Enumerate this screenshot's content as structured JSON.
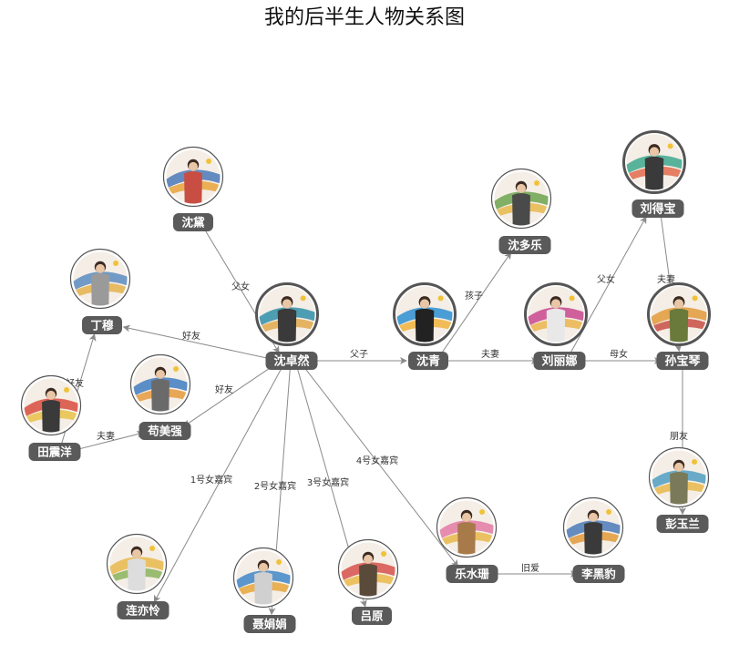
{
  "title": "我的后半生人物关系图",
  "nodes": [
    {
      "id": "shendai",
      "name": "沈黛",
      "main": false,
      "palette": [
        "#4a79b8",
        "#e8a33b",
        "#c84e44"
      ]
    },
    {
      "id": "dingmu",
      "name": "丁穆",
      "main": false,
      "palette": [
        "#5a8bbf",
        "#e3b24c",
        "#9a9a9a"
      ]
    },
    {
      "id": "tianzhenyang",
      "name": "田震洋",
      "main": false,
      "palette": [
        "#d84c3e",
        "#e7c147",
        "#3a3a3a"
      ]
    },
    {
      "id": "goumeiqiang",
      "name": "苟美强",
      "main": false,
      "palette": [
        "#3f7dc0",
        "#e59a3c",
        "#6a6a6a"
      ]
    },
    {
      "id": "shenzhuoran",
      "name": "沈卓然",
      "main": true,
      "palette": [
        "#2f8fa8",
        "#e0a84a",
        "#3a3a3a"
      ]
    },
    {
      "id": "shenqing",
      "name": "沈青",
      "main": true,
      "palette": [
        "#2b8fd1",
        "#f0b13c",
        "#222222"
      ]
    },
    {
      "id": "shenduole",
      "name": "沈多乐",
      "main": false,
      "palette": [
        "#6ba34e",
        "#e6b84a",
        "#4a4a4a"
      ]
    },
    {
      "id": "liulina",
      "name": "刘丽娜",
      "main": true,
      "palette": [
        "#c8478d",
        "#eab44a",
        "#e8e8e8"
      ]
    },
    {
      "id": "liudebao",
      "name": "刘得宝",
      "main": true,
      "palette": [
        "#3da88d",
        "#e26a4a",
        "#3a3a3a"
      ]
    },
    {
      "id": "sunbaoqin",
      "name": "孙宝琴",
      "main": true,
      "palette": [
        "#e29a3a",
        "#c84e44",
        "#6a7a3a"
      ]
    },
    {
      "id": "pengyulan",
      "name": "彭玉兰",
      "main": false,
      "palette": [
        "#4f9ec2",
        "#e8b84a",
        "#7a7a5a"
      ]
    },
    {
      "id": "lianyiling",
      "name": "连亦怜",
      "main": false,
      "palette": [
        "#e8b84a",
        "#8ab35a",
        "#dddddd"
      ]
    },
    {
      "id": "niejuanjuan",
      "name": "聂娟娟",
      "main": false,
      "palette": [
        "#3f86c8",
        "#e8a53a",
        "#d0d0d0"
      ]
    },
    {
      "id": "lvyuan",
      "name": "吕原",
      "main": false,
      "palette": [
        "#d6504a",
        "#e9b84a",
        "#5a4a3a"
      ]
    },
    {
      "id": "leshuishan",
      "name": "乐水珊",
      "main": false,
      "palette": [
        "#e27aa4",
        "#e8b84a",
        "#a87a4a"
      ]
    },
    {
      "id": "liheibao",
      "name": "李黑豹",
      "main": false,
      "palette": [
        "#4a7ab8",
        "#e29a3a",
        "#3a3a3a"
      ]
    }
  ],
  "edges": [
    {
      "source": "shendai",
      "target": "shenzhuoran",
      "label": "父女"
    },
    {
      "source": "shenzhuoran",
      "target": "dingmu",
      "label": "好友"
    },
    {
      "source": "tianzhenyang",
      "target": "dingmu",
      "label": "好友"
    },
    {
      "source": "shenzhuoran",
      "target": "goumeiqiang",
      "label": "好友"
    },
    {
      "source": "tianzhenyang",
      "target": "goumeiqiang",
      "label": "夫妻"
    },
    {
      "source": "shenzhuoran",
      "target": "shenqing",
      "label": "父子"
    },
    {
      "source": "shenqing",
      "target": "shenduole",
      "label": "孩子"
    },
    {
      "source": "shenqing",
      "target": "liulina",
      "label": "夫妻"
    },
    {
      "source": "liulina",
      "target": "liudebao",
      "label": "父女"
    },
    {
      "source": "liulina",
      "target": "sunbaoqin",
      "label": "母女"
    },
    {
      "source": "liudebao",
      "target": "sunbaoqin",
      "label": "夫妻"
    },
    {
      "source": "sunbaoqin",
      "target": "pengyulan",
      "label": "朋友"
    },
    {
      "source": "shenzhuoran",
      "target": "lianyiling",
      "label": "1号女嘉宾"
    },
    {
      "source": "shenzhuoran",
      "target": "niejuanjuan",
      "label": "2号女嘉宾"
    },
    {
      "source": "shenzhuoran",
      "target": "lvyuan",
      "label": "3号女嘉宾"
    },
    {
      "source": "shenzhuoran",
      "target": "leshuishan",
      "label": "4号女嘉宾"
    },
    {
      "source": "leshuishan",
      "target": "liheibao",
      "label": "旧爱"
    }
  ]
}
